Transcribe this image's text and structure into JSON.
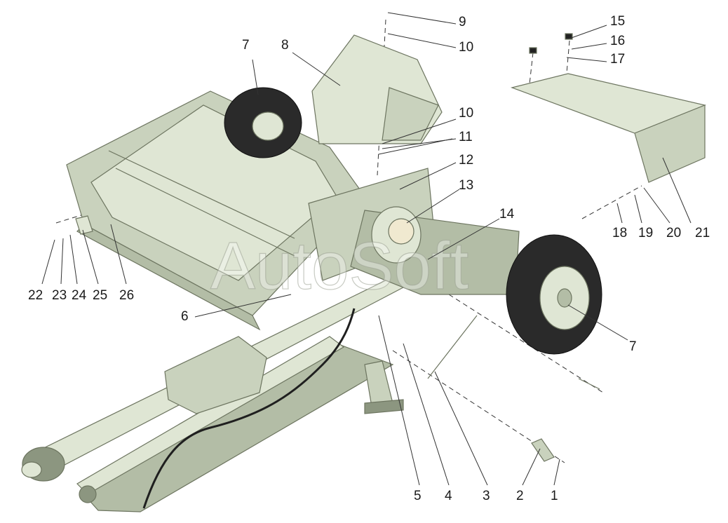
{
  "watermark": "AutoSoft",
  "callouts": [
    "1",
    "2",
    "3",
    "4",
    "5",
    "6",
    "7",
    "7",
    "8",
    "9",
    "10",
    "10",
    "11",
    "12",
    "13",
    "14",
    "15",
    "16",
    "17",
    "18",
    "19",
    "20",
    "21",
    "22",
    "23",
    "24",
    "25",
    "26"
  ]
}
